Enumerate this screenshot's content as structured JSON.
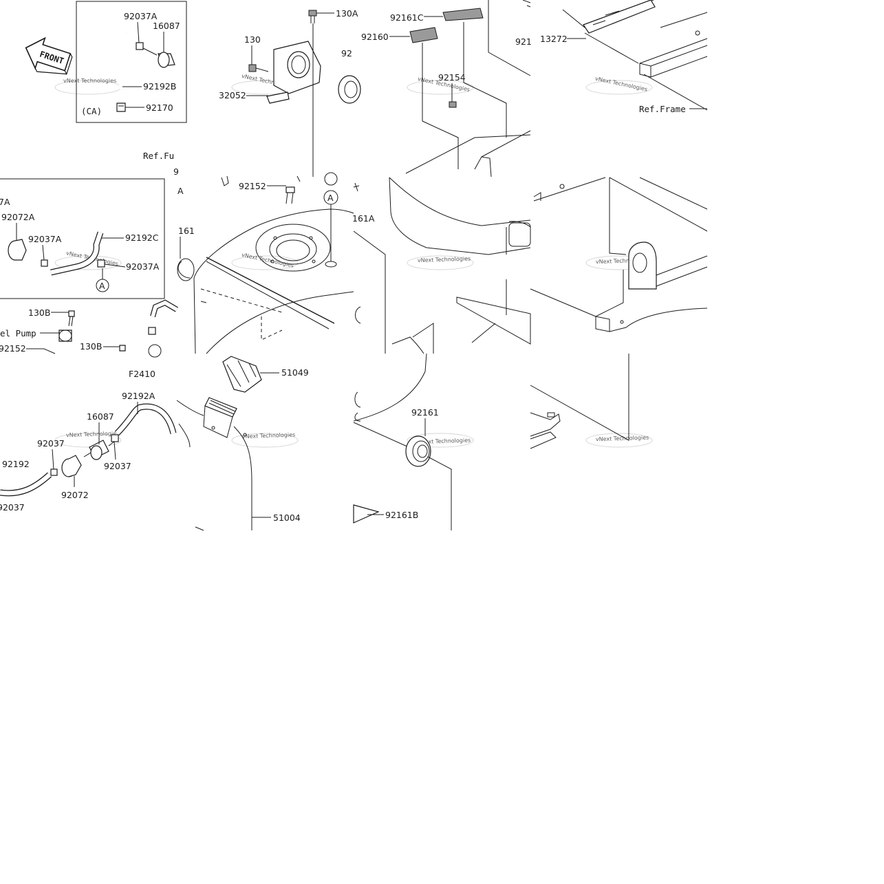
{
  "title": "F2410",
  "front_badge": "FRONT",
  "california_box_label": "(CA)",
  "watermark_text": "vNext Technologies",
  "ref_labels": {
    "frame": "Ref.Frame",
    "fuel_partial": "Ref.Fu",
    "fuel_pump_partial": "el Pump"
  },
  "callout_letter": "A",
  "part_labels": {
    "p92037A_top": "92037A",
    "p16087_top": "16087",
    "p92192B": "92192B",
    "p92170": "92170",
    "p130A_top": "130A",
    "p130_top": "130",
    "p32052": "32052",
    "p92_partial": "92",
    "p92161C": "92161C",
    "p92160": "92160",
    "p92154": "92154",
    "p921_partial": "921",
    "p13272": "13272",
    "p9_partial": "9",
    "p7A_partial": "7A",
    "p92072A": "92072A",
    "p92037A_left1": "92037A",
    "p92192C": "92192C",
    "p92037A_left2": "92037A",
    "p161_partial": "161",
    "p92152_mid": "92152",
    "p161A_partial": "161A",
    "p130B_1": "130B",
    "p92152_left": "92152",
    "p130B_2": "130B",
    "p51049": "51049",
    "p92192A": "92192A",
    "p16087_bot": "16087",
    "p92037_1": "92037",
    "p92037_2": "92037",
    "p92192": "92192",
    "p92072": "92072",
    "p92037_3": "92037",
    "p51004": "51004",
    "p92161": "92161",
    "p92161B": "92161B"
  }
}
